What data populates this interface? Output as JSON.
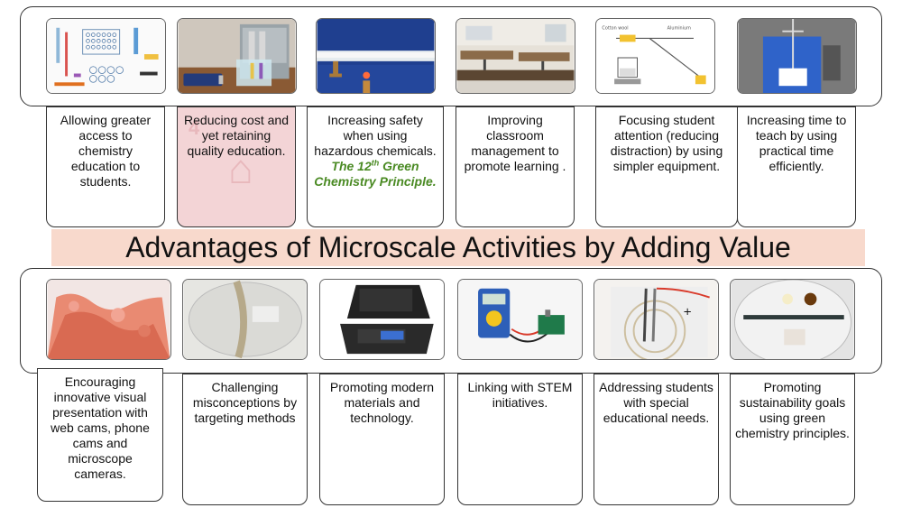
{
  "banner_title": "Advantages of Microscale Activities by Adding Value",
  "top_row": [
    {
      "label": "Allowing greater access to chemistry education to students.",
      "photo": "microscale-kit-diagram"
    },
    {
      "label": "Reducing cost and yet retaining quality education.",
      "photo": "battery-electrolysis-setup"
    },
    {
      "label_main": "Increasing safety when using hazardous chemicals.",
      "label_em_1": "The",
      "label_em_num": "12",
      "label_em_sup": "th",
      "label_em_2": "Green Chemistry Principle.",
      "photo": "tube-flame-experiment"
    },
    {
      "label": "Improving classroom management to promote learning .",
      "photo": "science-classroom"
    },
    {
      "label": "Focusing student attention (reducing distraction) by using simpler equipment.",
      "photo": "glassware-apparatus-diagram"
    },
    {
      "label": "Increasing time to teach by using  practical time efficiently.",
      "photo": "pipette-demo-blue-board"
    }
  ],
  "bottom_row": [
    {
      "label": "Encouraging innovative visual presentation with web cams, phone cams and microscope cameras.",
      "photo": "crystal-microscope-image"
    },
    {
      "label": "Challenging misconceptions by targeting methods",
      "photo": "magnified-droplet-image"
    },
    {
      "label": "Promoting modern materials and technology.",
      "photo": "digital-scale"
    },
    {
      "label": "Linking with STEM initiatives.",
      "photo": "multimeter-circuit"
    },
    {
      "label": "Addressing students with special educational needs.",
      "photo": "electrode-plate-setup"
    },
    {
      "label": "Promoting sustainability goals using green chemistry principles.",
      "photo": "petri-dish-experiment"
    }
  ],
  "colors": {
    "banner": "#f8d9cc",
    "emphasis": "#4a8a23",
    "highlight_card": "#f3d4d6"
  }
}
